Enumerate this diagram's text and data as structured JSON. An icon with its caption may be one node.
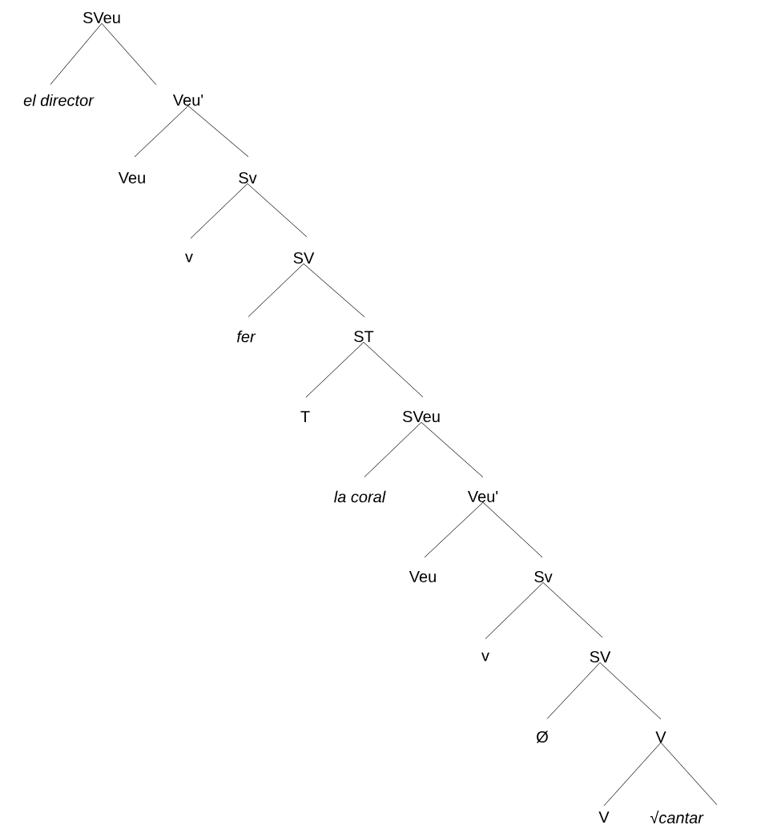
{
  "diagram": {
    "nodes": [
      {
        "text": [
          "SVeu"
        ]
      },
      {
        "text": [
          "el director"
        ]
      },
      {
        "text": [
          "Veu'"
        ]
      },
      {
        "text": [
          "Veu"
        ]
      },
      {
        "text": [
          "Sv"
        ]
      },
      {
        "text": [
          "v"
        ]
      },
      {
        "text": [
          "SV"
        ]
      },
      {
        "text": [
          "fer"
        ]
      },
      {
        "text": [
          "ST"
        ]
      },
      {
        "text": [
          "T"
        ]
      },
      {
        "text": [
          "SVeu"
        ]
      },
      {
        "text": [
          "la coral"
        ]
      },
      {
        "text": [
          "Veu'"
        ]
      },
      {
        "text": [
          "Veu"
        ]
      },
      {
        "text": [
          "Sv"
        ]
      },
      {
        "text": [
          "v"
        ]
      },
      {
        "text": [
          "SV"
        ]
      },
      {
        "text": [
          "Ø"
        ]
      },
      {
        "text": [
          "V"
        ]
      },
      {
        "text": [
          "V"
        ]
      },
      {
        "text": [
          "√*cantar*"
        ]
      }
    ],
    "edges": [
      {
        "from": 0,
        "to": 1,
        "arrow": "none"
      },
      {
        "from": 0,
        "to": 2,
        "arrow": "none"
      },
      {
        "from": 2,
        "to": 3,
        "arrow": "none"
      },
      {
        "from": 2,
        "to": 4,
        "arrow": "none"
      },
      {
        "from": 4,
        "to": 5,
        "arrow": "none"
      },
      {
        "from": 4,
        "to": 6,
        "arrow": "none"
      },
      {
        "from": 6,
        "to": 7,
        "arrow": "none"
      },
      {
        "from": 6,
        "to": 8,
        "arrow": "none"
      },
      {
        "from": 8,
        "to": 9,
        "arrow": "none"
      },
      {
        "from": 8,
        "to": 10,
        "arrow": "none"
      },
      {
        "from": 10,
        "to": 11,
        "arrow": "none"
      },
      {
        "from": 10,
        "to": 12,
        "arrow": "none"
      },
      {
        "from": 12,
        "to": 13,
        "arrow": "none"
      },
      {
        "from": 12,
        "to": 14,
        "arrow": "none"
      },
      {
        "from": 14,
        "to": 15,
        "arrow": "none"
      },
      {
        "from": 14,
        "to": 16,
        "arrow": "none"
      },
      {
        "from": 16,
        "to": 17,
        "arrow": "none"
      },
      {
        "from": 16,
        "to": 18,
        "arrow": "none"
      },
      {
        "from": 18,
        "to": 19,
        "arrow": "none"
      },
      {
        "from": 18,
        "to": 20,
        "arrow": "none"
      }
    ]
  }
}
